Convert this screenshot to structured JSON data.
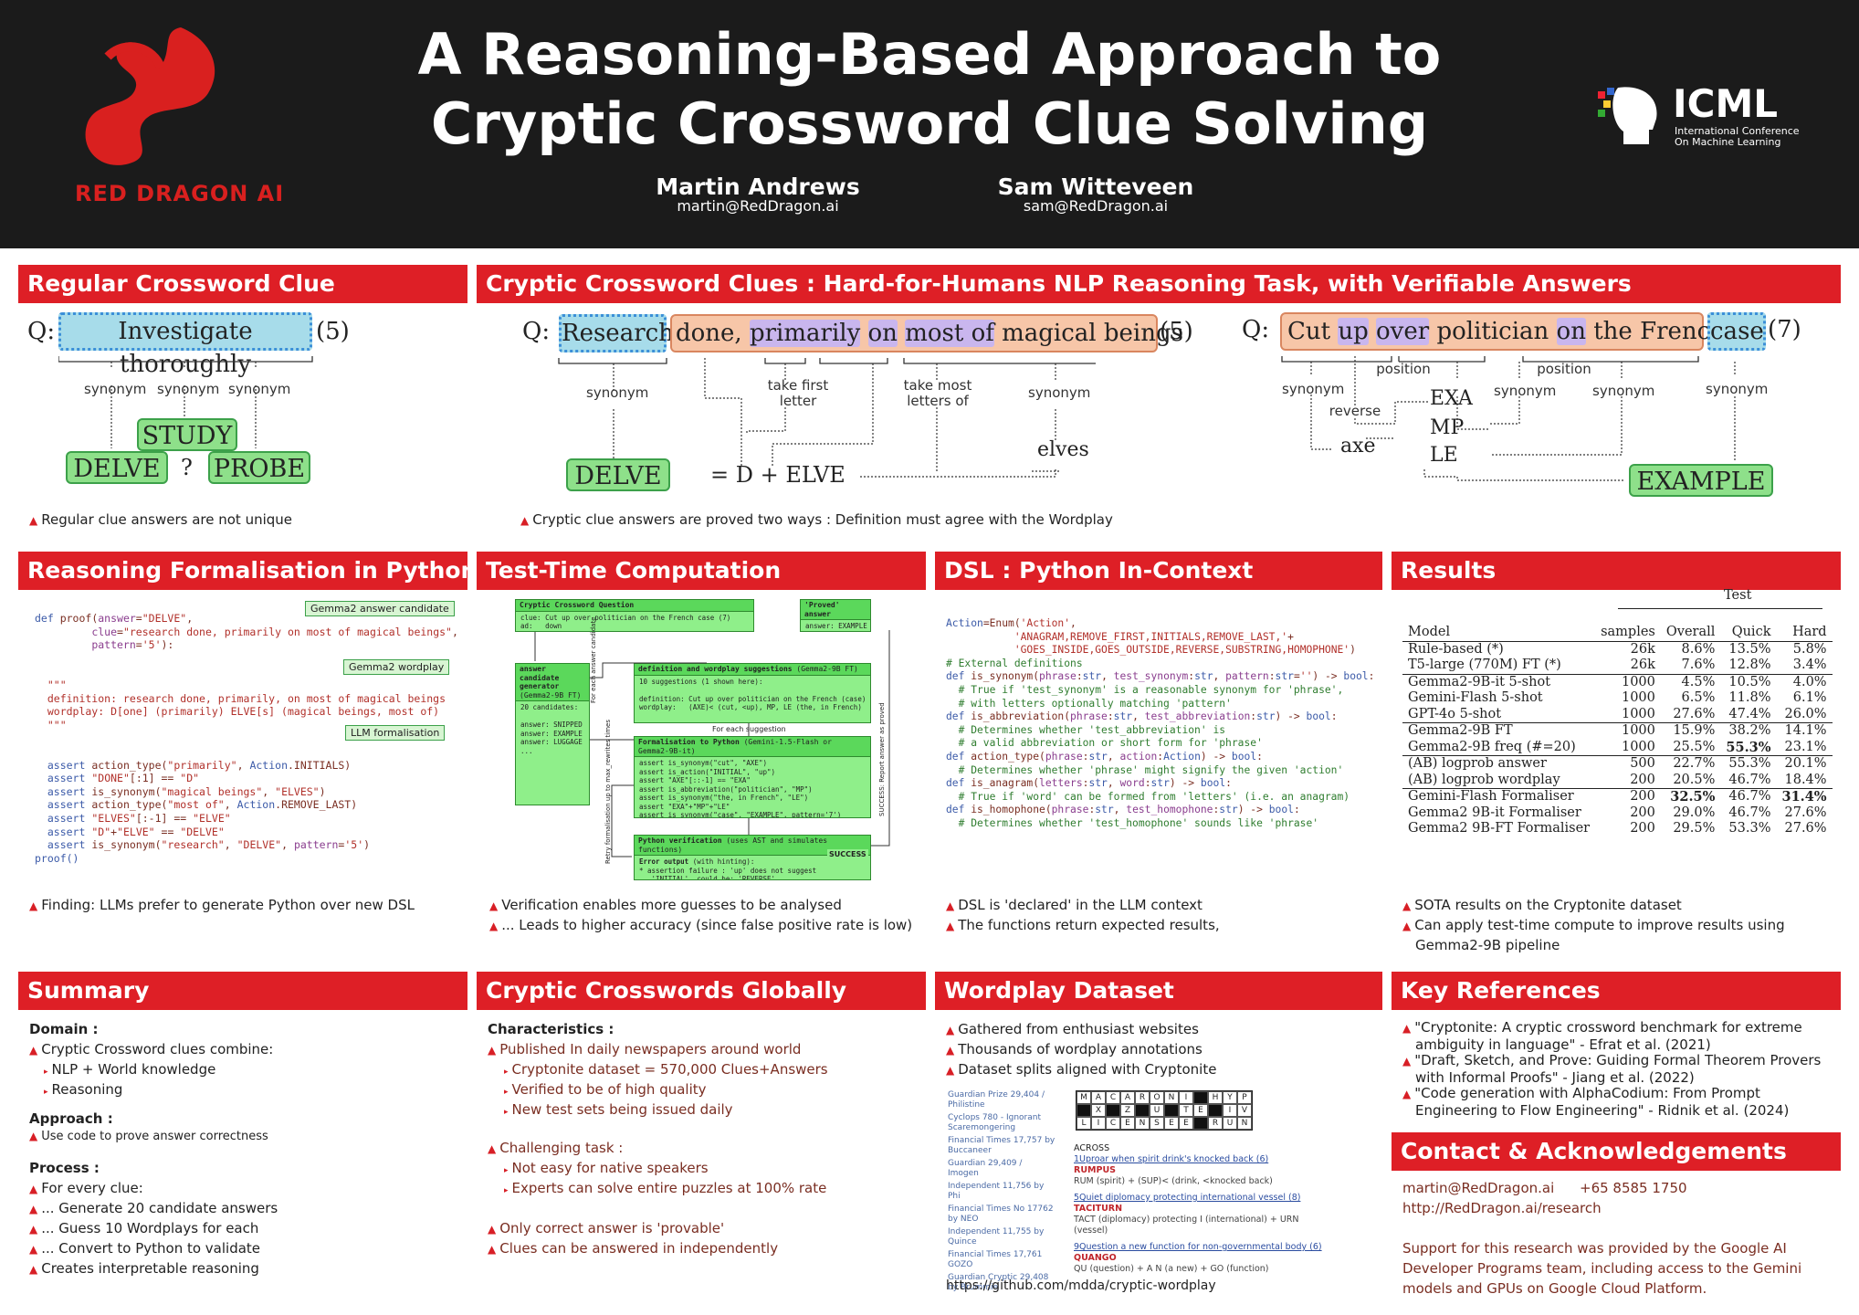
{
  "header": {
    "title_line1": "A Reasoning-Based Approach to",
    "title_line2": "Cryptic Crossword Clue Solving",
    "logo_left_text": "RED DRAGON AI",
    "logo_right_text": "ICML",
    "logo_right_sub1": "International Conference",
    "logo_right_sub2": "On Machine Learning",
    "authors": [
      {
        "name": "Martin Andrews",
        "email": "martin@RedDragon.ai"
      },
      {
        "name": "Sam Witteveen",
        "email": "sam@RedDragon.ai"
      }
    ]
  },
  "regular": {
    "heading": "Regular Crossword Clue",
    "q": "Q:",
    "clue": "Investigate thoroughly",
    "len": "(5)",
    "labels": [
      "synonym",
      "synonym",
      "synonym"
    ],
    "answers": [
      "STUDY",
      "DELVE",
      "PROBE"
    ],
    "q_mark": "?",
    "note": "Regular clue answers are not unique"
  },
  "cryptic": {
    "heading": "Cryptic Crossword Clues : Hard-for-Humans NLP Reasoning Task, with Verifiable Answers",
    "ex1": {
      "q": "Q:",
      "def": "Research",
      "w1": "done,",
      "w2": "primarily",
      "w3": "on",
      "w4": "most of",
      "w5": "magical beings",
      "len": "(5)",
      "l_syn": "synonym",
      "l_first": "take first",
      "l_first2": "letter",
      "l_most": "take most",
      "l_most2": "letters of",
      "l_syn2": "synonym",
      "ans": "DELVE",
      "eq": "= D + ELVE",
      "elves": "elves"
    },
    "ex2": {
      "q": "Q:",
      "w1": "Cut",
      "w2": "up",
      "w3": "over",
      "w4": "politician",
      "w5": "on",
      "w6": "the French",
      "def": "case",
      "len": "(7)",
      "pos1": "position",
      "pos2": "position",
      "syn1": "synonym",
      "rev": "reverse",
      "syn2": "synonym",
      "syn3": "synonym",
      "syn4": "synonym",
      "exa": "EXA",
      "mp": "MP",
      "le": "LE",
      "axe": "axe",
      "ans": "EXAMPLE"
    },
    "note": "Cryptic clue answers are proved two ways : Definition must agree with the Wordplay"
  },
  "formal": {
    "heading": "Reasoning Formalisation in Python",
    "tag1": "Gemma2 answer candidate",
    "tag2": "Gemma2 wordplay",
    "tag3": "LLM formalisation",
    "finding": "Finding: LLMs prefer to generate Python over new DSL"
  },
  "ttc": {
    "heading": "Test-Time Computation",
    "b1": "Verification enables more guesses to be analysed",
    "b2": "... Leads to higher accuracy (since false positive rate is low)",
    "box_q_h": "Cryptic Crossword Question",
    "box_q_b": "clue: Cut up over politician on the French case (7)\nad:   down",
    "box_p_h": "'Proved' answer",
    "box_p_b": "answer: EXAMPLE",
    "box_a_h": "answer candidate generator",
    "box_a_sub": "(Gemma2-9B FT)",
    "box_a_b": "20 candidates:\n\nanswer: SNIPPED\nanswer: EXAMPLE\nanswer: LUGGAGE\n...",
    "box_d_h": "definition and wordplay suggestions",
    "box_d_sub": "(Gemma2-9B FT)",
    "box_d_b": "10 suggestions (1 shown here):\n\ndefinition: Cut up over politician on the French (case)\nwordplay:   (AXE)< (cut, <up), MP, LE (the, in French)",
    "box_f_h": "Formalisation to Python",
    "box_f_sub": "(Gemini-1.5-Flash or Gemma2-9B-it)",
    "box_f_b": "assert is_synonym(\"cut\", \"AXE\")\nassert is_action(\"INITIAL\", \"up\")\nassert \"AXE\"[::-1] == \"EXA\"\nassert is_abbreviation(\"politician\", \"MP\")\nassert is_synonym(\"the, in French\", \"LE\")\nassert \"EXA\"+\"MP\"+\"LE\"\nassert is_synonym(\"case\", \"EXAMPLE\", pattern='7')",
    "box_v_h": "Python verification",
    "box_v_sub": "(uses AST and simulates functions)",
    "box_v_err": "Error output",
    "box_v_hint": "(with hinting):",
    "box_v_b": "* assertion failure : 'up' does not suggest\n   'INITIAL', could be: 'REVERSE'",
    "success": "SUCCESS",
    "foreach": "For each answer candidate",
    "foreach2": "For each suggestion",
    "retry": "Retry formalisation up to max_rewrites times",
    "success2": "SUCCESS: Report answer as proved"
  },
  "dsl": {
    "heading": "DSL : Python In-Context",
    "b1": "DSL is 'declared' in the LLM context",
    "b2": "The functions return expected results,"
  },
  "results": {
    "heading": "Results",
    "group": "Test",
    "cols": [
      "Model",
      "samples",
      "Overall",
      "Quick",
      "Hard"
    ],
    "rows": [
      [
        "Rule-based (*)",
        "26k",
        "8.6%",
        "13.5%",
        "5.8%"
      ],
      [
        "T5-large (770M) FT (*)",
        "26k",
        "7.6%",
        "12.8%",
        "3.4%"
      ],
      [
        "Gemma2-9B-it 5-shot",
        "1000",
        "4.5%",
        "10.5%",
        "4.0%"
      ],
      [
        "Gemini-Flash 5-shot",
        "1000",
        "6.5%",
        "11.8%",
        "6.1%"
      ],
      [
        "GPT-4o 5-shot",
        "1000",
        "27.6%",
        "47.4%",
        "26.0%"
      ],
      [
        "Gemma2-9B FT",
        "1000",
        "15.9%",
        "38.2%",
        "14.1%"
      ],
      [
        "Gemma2-9B freq (#=20)",
        "1000",
        "25.5%",
        "55.3%",
        "23.1%"
      ],
      [
        "(AB) logprob answer",
        "500",
        "22.7%",
        "55.3%",
        "20.1%"
      ],
      [
        "(AB) logprob wordplay",
        "200",
        "20.5%",
        "46.7%",
        "18.4%"
      ],
      [
        "Gemini-Flash Formaliser",
        "200",
        "32.5%",
        "46.7%",
        "31.4%"
      ],
      [
        "Gemma2 9B-it Formaliser",
        "200",
        "29.0%",
        "46.7%",
        "27.6%"
      ],
      [
        "Gemma2 9B-FT Formaliser",
        "200",
        "29.5%",
        "53.3%",
        "27.6%"
      ]
    ],
    "b1": "SOTA results on the Cryptonite dataset",
    "b2": "Can apply test-time compute to improve results using",
    "b2b": "Gemma2-9B pipeline"
  },
  "summary": {
    "heading": "Summary",
    "domain_h": "Domain :",
    "d1": "Cryptic Crossword clues combine:",
    "d2": "NLP + World knowledge",
    "d3": "Reasoning",
    "approach_h": "Approach :",
    "a1": "Use code to prove answer correctness",
    "process_h": "Process :",
    "p1": "For every clue:",
    "p2": "... Generate 20 candidate answers",
    "p3": "... Guess 10 Wordplays for each",
    "p4": "... Convert to Python to validate",
    "p5": "Creates interpretable reasoning"
  },
  "globally": {
    "heading": "Cryptic Crosswords Globally",
    "char_h": "Characteristics :",
    "c1": "Published In daily newspapers around world",
    "c2": "Cryptonite dataset = 570,000 Clues+Answers",
    "c3": "Verified to be of high quality",
    "c4": "New test sets being issued daily",
    "c5": "Challenging task :",
    "c6": "Not easy for native speakers",
    "c7": "Experts can solve entire puzzles at 100% rate",
    "c8": "Only correct answer is 'provable'",
    "c9": "Clues can be answered in independently"
  },
  "wordplay": {
    "heading": "Wordplay Dataset",
    "b1": "Gathered from enthusiast websites",
    "b2": "Thousands of wordplay annotations",
    "b3": "Dataset splits aligned with Cryptonite",
    "sources": [
      "Guardian Prize 29,404 / Philistine",
      "Cyclops 780 - Ignorant Scaremongering",
      "Financial Times 17,757 by Buccaneer",
      "Guardian 29,409 / Imogen",
      "Independent 11,756 by Phi",
      "Financial Times No 17762 by NEO",
      "Independent 11,755 by Quince",
      "Financial Times 17,761 GOZO",
      "Guardian Cryptic 29,408 by Brummie"
    ],
    "grid": [
      "MACARONI HYPHEN",
      "X Z U T E I V",
      "LICENSEE RUNNEL"
    ],
    "across": "ACROSS",
    "e1": "1Uproar when spirit drink's knocked back (6)",
    "e1a": "RUMPUS",
    "e1w": "RUM (spirit) + (SUP)< (drink, <knocked back)",
    "e2": "5Quiet diplomacy protecting international vessel (8)",
    "e2a": "TACITURN",
    "e2w": "TACT (diplomacy) protecting I (international) + URN (vessel)",
    "e3": "9Question a new function for non-governmental body (6)",
    "e3a": "QUANGO",
    "e3w": "QU (question) + A N (a new) + GO (function)",
    "url": "https://github.com/mdda/cryptic-wordplay"
  },
  "refs": {
    "heading": "Key References",
    "r1a": "\"Cryptonite: A cryptic crossword benchmark for extreme",
    "r1b": "ambiguity in language\" - Efrat et al. (2021)",
    "r2a": "\"Draft, Sketch, and Prove: Guiding Formal Theorem Provers",
    "r2b": "with Informal Proofs\" - Jiang et al. (2022)",
    "r3a": "\"Code generation with AlphaCodium: From Prompt",
    "r3b": "Engineering to Flow Engineering\" - Ridnik et al. (2024)"
  },
  "contact": {
    "heading": "Contact & Acknowledgements",
    "email": "martin@RedDragon.ai",
    "phone": "+65 8585 1750",
    "url": "http://RedDragon.ai/research",
    "ack1": "Support for this research was provided by the Google AI",
    "ack2": "Developer Programs team, including access to the Gemini",
    "ack3": "models and GPUs on Google Cloud Platform."
  },
  "colors": {
    "accent": "#de1f26",
    "header_bg": "#1b1b1b",
    "answer_green": "#8ee08a",
    "def_blue": "#a7dcea",
    "wordplay_orange": "#f7c6a8"
  }
}
